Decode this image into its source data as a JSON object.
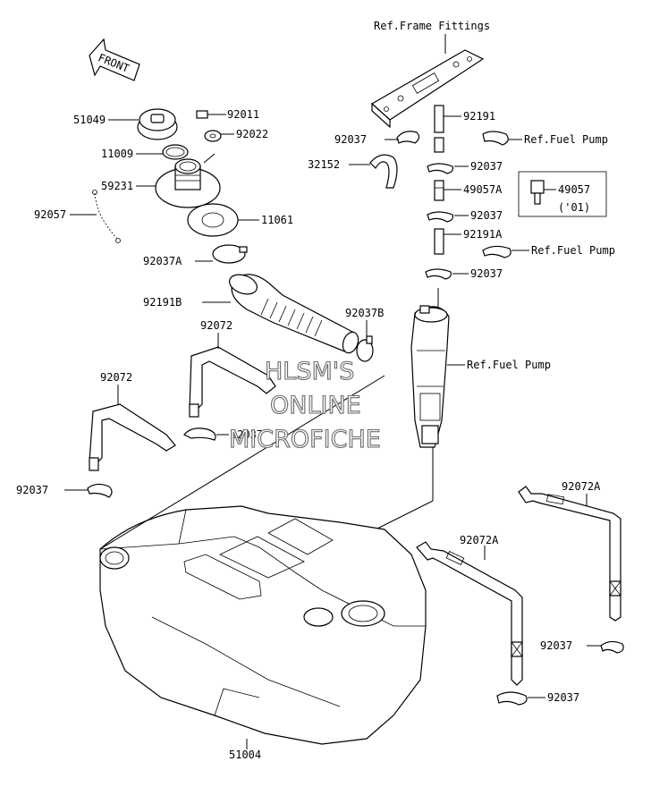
{
  "diagram": {
    "front_label": "FRONT",
    "watermark": [
      "HLSM'S",
      "ONLINE",
      "MICROFICHE"
    ],
    "callouts": {
      "ref_frame_fittings": "Ref.Frame Fittings",
      "c51049": "51049",
      "c92011": "92011",
      "c92022": "92022",
      "c11009": "11009",
      "c59231": "59231",
      "c92057": "92057",
      "c11061": "11061",
      "c92037A": "92037A",
      "c92191B": "92191B",
      "c92037B": "92037B",
      "c92072_a": "92072",
      "c92072_b": "92072",
      "c92037_mid": "92037",
      "c92037_left": "92037",
      "c92037_hose": "92037",
      "c32152": "32152",
      "c92191": "92191",
      "ref_fuel_pump_1": "Ref.Fuel Pump",
      "c92037_r1": "92037",
      "c49057A": "49057A",
      "c49057": "49057",
      "c49057_year": "('01)",
      "c92037_r2": "92037",
      "c92191A": "92191A",
      "ref_fuel_pump_2": "Ref.Fuel Pump",
      "c92037_r3": "92037",
      "ref_fuel_pump_3": "Ref.Fuel Pump",
      "c92072A_right": "92072A",
      "c92072A_mid": "92072A",
      "c92037_br1": "92037",
      "c92037_br2": "92037",
      "c51004": "51004"
    }
  }
}
